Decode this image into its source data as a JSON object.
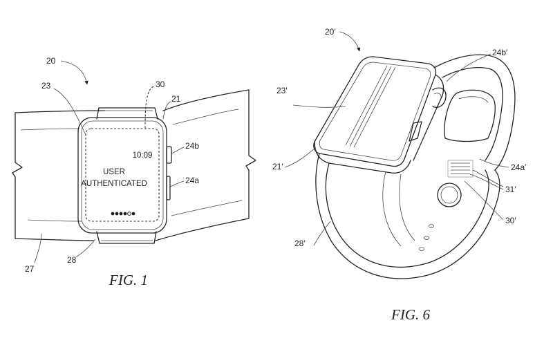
{
  "fig1": {
    "caption": "FIG. 1",
    "screen": {
      "time": "10:09",
      "message_line1": "USER",
      "message_line2": "AUTHENTICATED"
    },
    "refs": {
      "r20": "20",
      "r23": "23",
      "r30": "30",
      "r21": "21",
      "r24b": "24b",
      "r24a": "24a",
      "r27": "27",
      "r28": "28"
    }
  },
  "fig6": {
    "caption": "FIG. 6",
    "refs": {
      "r20p": "20′",
      "r24bp": "24b′",
      "r23p": "23′",
      "r21p": "21′",
      "r24ap": "24a′",
      "r31p": "31′",
      "r30p": "30′",
      "r28p": "28′"
    }
  }
}
